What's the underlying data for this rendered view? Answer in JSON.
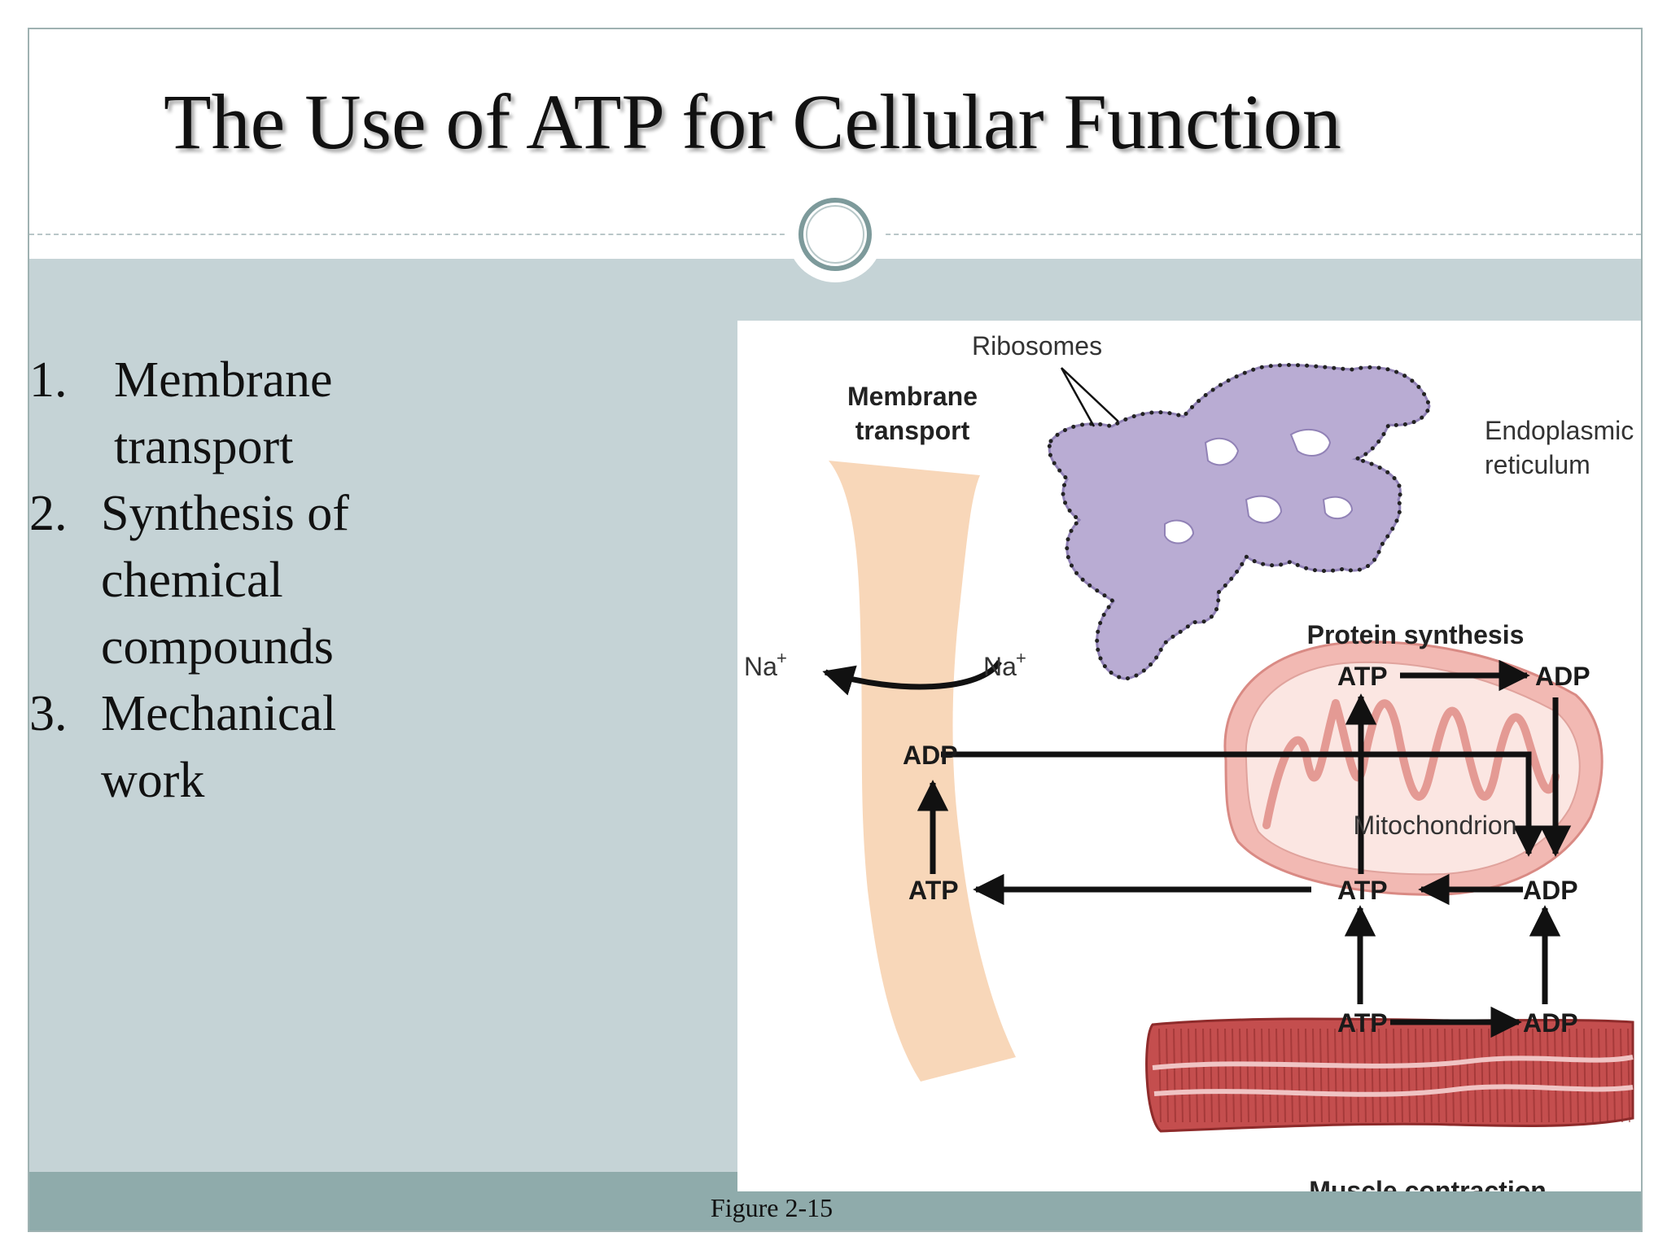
{
  "slide": {
    "title": "The Use of ATP for Cellular Function",
    "figure_caption": "Figure 2-15"
  },
  "bullets": [
    {
      "number": "1.",
      "lines": [
        "Membrane",
        "transport"
      ]
    },
    {
      "number": "2.",
      "lines": [
        "Synthesis of",
        "chemical",
        "compounds"
      ]
    },
    {
      "number": "3.",
      "lines": [
        "Mechanical",
        "work"
      ]
    }
  ],
  "diagram": {
    "labels": {
      "ribosomes": "Ribosomes",
      "membrane_transport_1": "Membrane",
      "membrane_transport_2": "transport",
      "endoplasmic_1": "Endoplasmic",
      "endoplasmic_2": "reticulum",
      "protein_synthesis": "Protein synthesis",
      "na_left": "Na",
      "na_right": "Na",
      "na_charge": "+",
      "mitochondrion": "Mitochondrion",
      "muscle_contraction": "Muscle contraction",
      "atp_membrane": "ATP",
      "adp_membrane": "ADP",
      "atp_protein": "ATP",
      "adp_protein": "ADP",
      "atp_mito": "ATP",
      "adp_mito": "ADP",
      "atp_muscle": "ATP",
      "adp_muscle": "ADP"
    },
    "colors": {
      "membrane": "#f8d7b9",
      "er_fill": "#b9acd3",
      "er_outline": "#9182b6",
      "ribosome_dot": "#222222",
      "mito_outer": "#f2b9b3",
      "mito_inner": "#fbe6e2",
      "mito_crista": "#e49a94",
      "muscle_fill": "#c44e4e",
      "muscle_stripe": "#8e2b2b",
      "arrow": "#111111"
    }
  }
}
